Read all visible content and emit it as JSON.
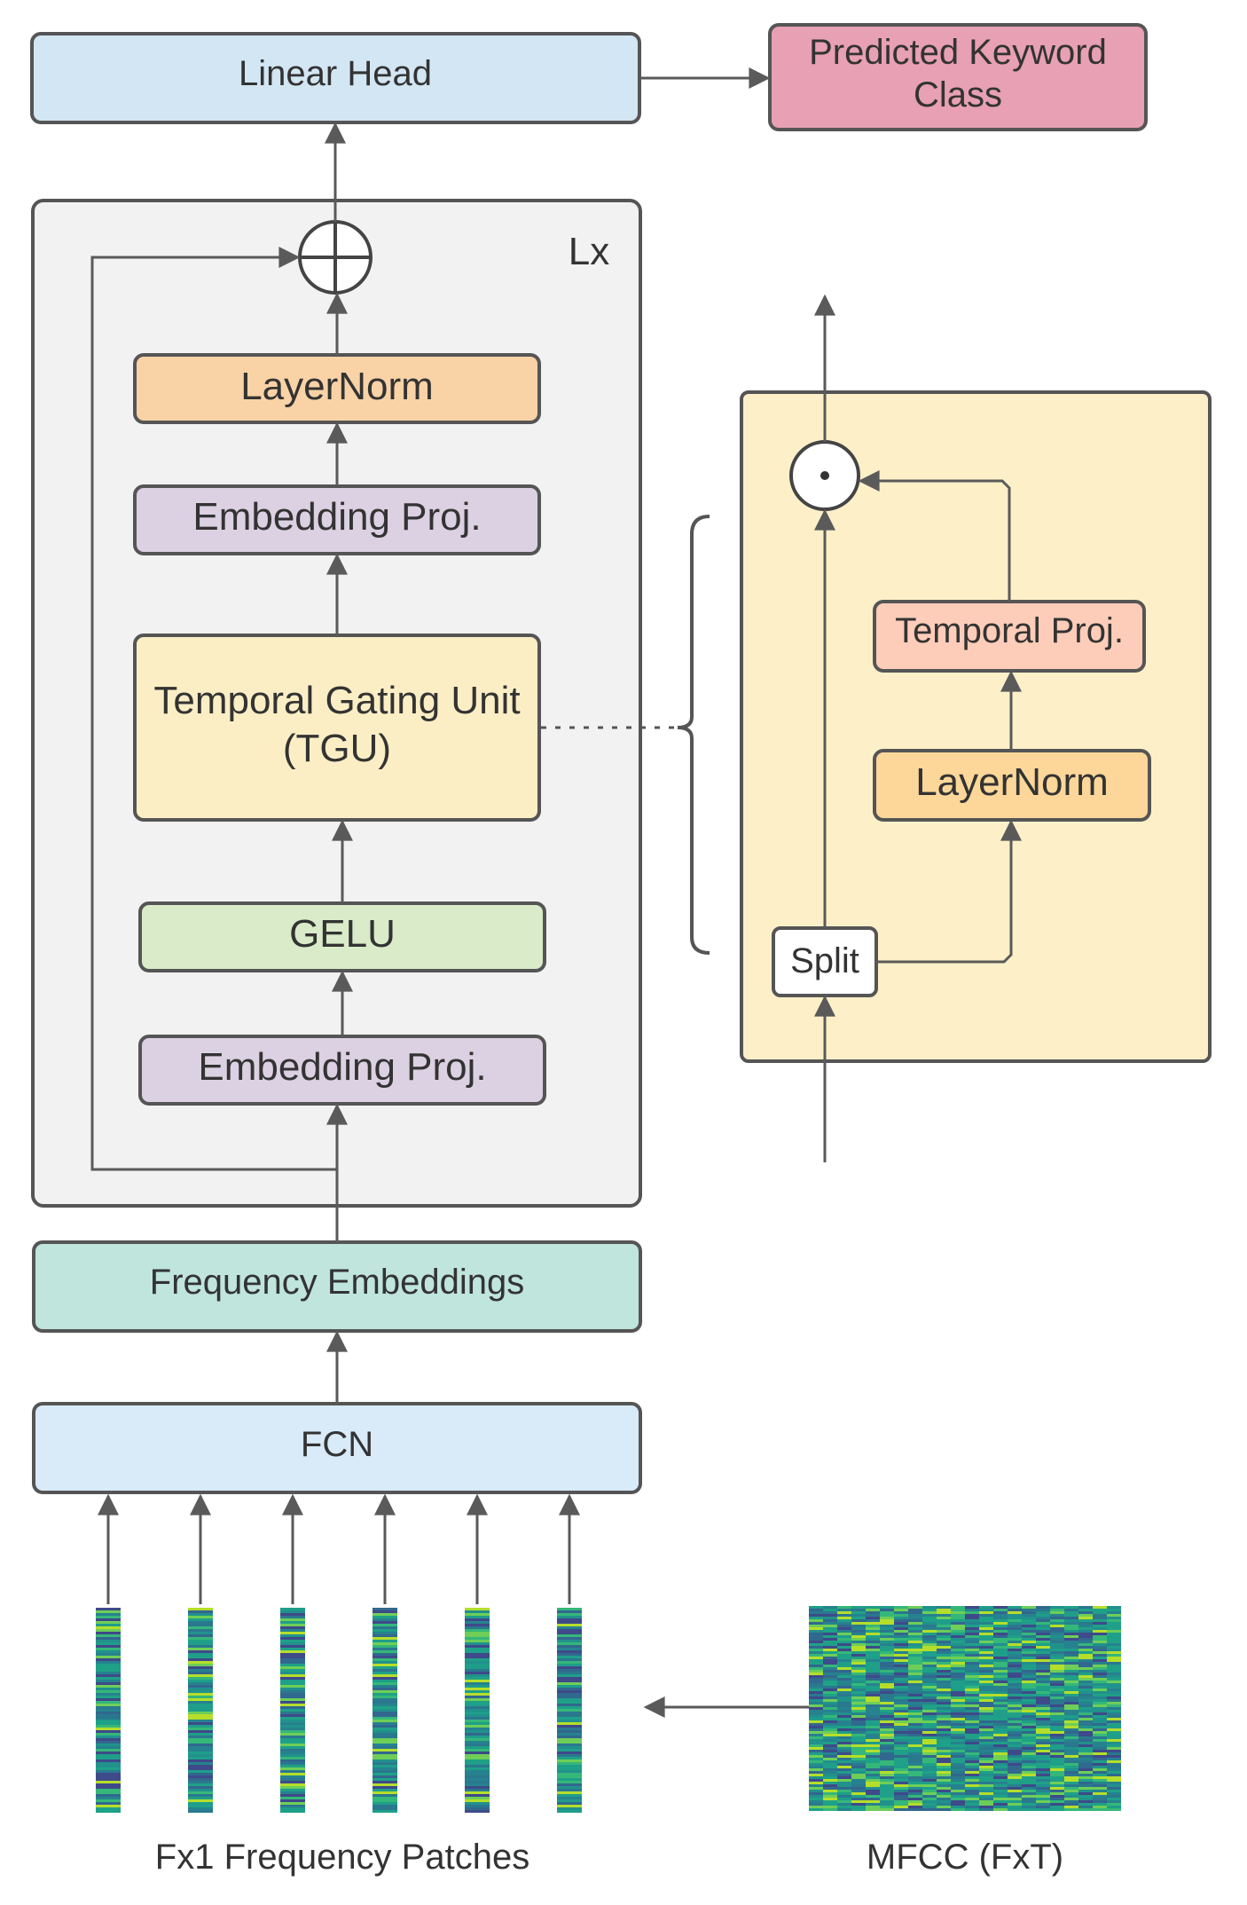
{
  "diagram": {
    "nodes": {
      "linear_head": "Linear Head",
      "predicted_line1": "Predicted Keyword",
      "predicted_line2": "Class",
      "repeat": "Lx",
      "layernorm_main": "LayerNorm",
      "embed_proj_top": "Embedding Proj.",
      "tgu_line1": "Temporal Gating Unit",
      "tgu_line2": "(TGU)",
      "gelu": "GELU",
      "embed_proj_bottom": "Embedding Proj.",
      "freq_embeddings": "Frequency Embeddings",
      "fcn": "FCN",
      "temporal_proj": "Temporal Proj.",
      "layernorm_tgu": "LayerNorm",
      "split": "Split",
      "patches_caption": "Fx1 Frequency Patches",
      "mfcc_caption": "MFCC (FxT)"
    },
    "colors": {
      "linear_head": "#d2e6f3",
      "predicted": "#e8a0b4",
      "block_bg": "#f2f2f2",
      "layernorm": "#f9d3a6",
      "embed_proj": "#dcd1e2",
      "tgu": "#fbeec5",
      "gelu": "#d9ebc8",
      "freq_embeddings": "#bfe5dd",
      "fcn": "#d9eaf8",
      "tgu_detail_bg": "#fdf0c9",
      "temporal_proj": "#fdcdb9",
      "layernorm_tgu": "#fdd79a",
      "split": "#ffffff",
      "stroke": "#555555",
      "arrow": "#5a5a5a"
    }
  }
}
